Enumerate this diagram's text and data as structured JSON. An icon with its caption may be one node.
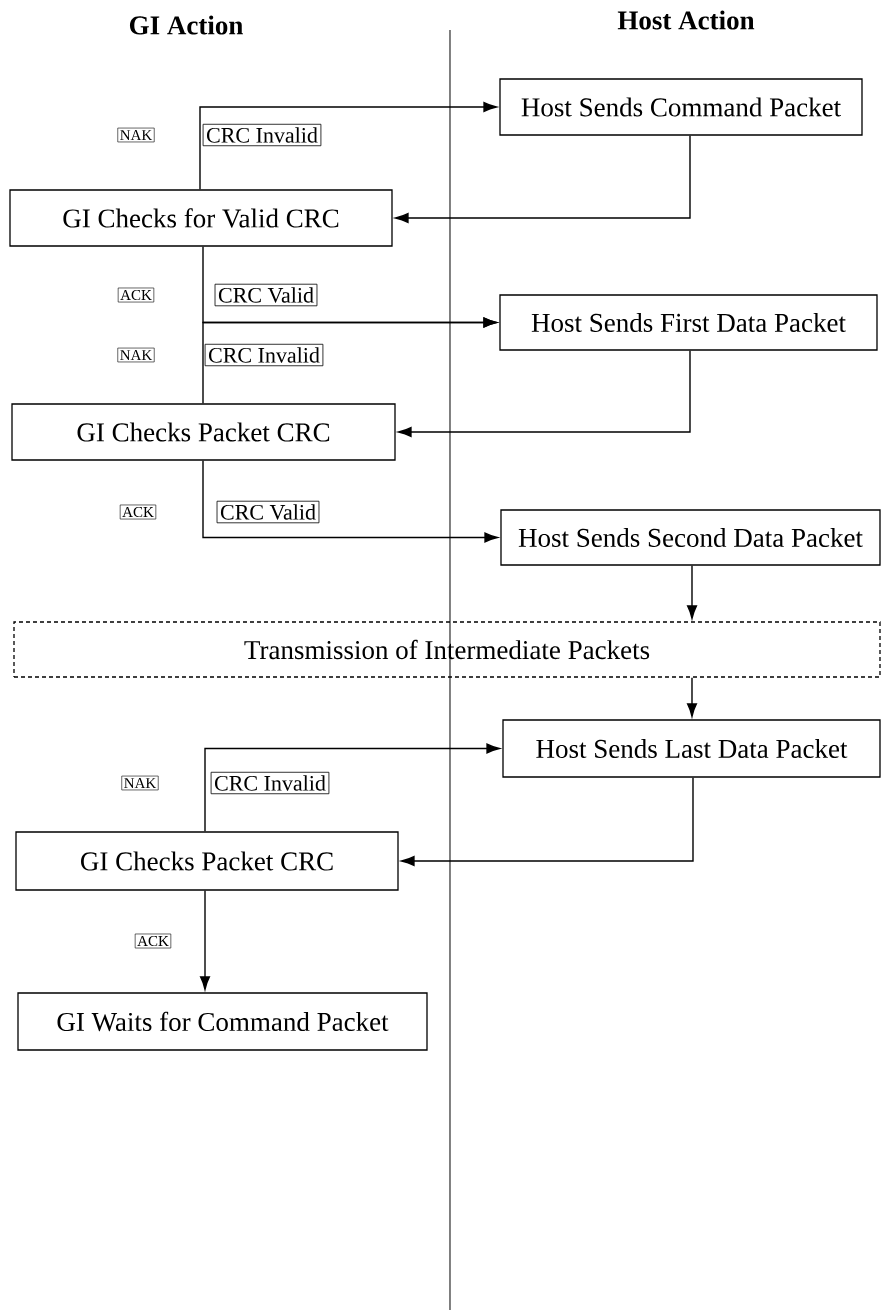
{
  "diagram": {
    "nodes": [
      {
        "text": [
          "Host Sends Command Packet"
        ]
      },
      {
        "text": [
          "GI Checks for Valid CRC"
        ]
      },
      {
        "text": [
          "Host Sends First Data Packet"
        ]
      },
      {
        "text": [
          "GI Checks Packet CRC"
        ]
      },
      {
        "text": [
          "Host Sends Second Data Packet"
        ]
      },
      {
        "text": [
          "Transmission of Intermediate Packets"
        ]
      },
      {
        "text": [
          "Host Sends Last Data Packet"
        ]
      },
      {
        "text": [
          "GI Checks Packet CRC"
        ]
      },
      {
        "text": [
          "GI Waits for Command Packet"
        ]
      }
    ],
    "edges": [
      {
        "from": 0,
        "to": 1,
        "arrow": "to"
      },
      {
        "from": 1,
        "to": 0,
        "arrow": "to"
      },
      {
        "from": 1,
        "to": 2,
        "arrow": "to"
      },
      {
        "from": 3,
        "to": 2,
        "arrow": "to"
      },
      {
        "from": 2,
        "to": 3,
        "arrow": "to"
      },
      {
        "from": 3,
        "to": 4,
        "arrow": "to"
      },
      {
        "from": 4,
        "to": 5,
        "arrow": "to"
      },
      {
        "from": 5,
        "to": 6,
        "arrow": "to"
      },
      {
        "from": 6,
        "to": 7,
        "arrow": "to"
      },
      {
        "from": 7,
        "to": 6,
        "arrow": "to"
      },
      {
        "from": 7,
        "to": 8,
        "arrow": "to"
      }
    ],
    "labels": [
      "GI Action",
      "Host Action",
      "NAK",
      "CRC Invalid",
      "ACK",
      "CRC Valid",
      "NAK",
      "CRC Invalid",
      "ACK",
      "CRC Valid",
      "NAK",
      "CRC Invalid",
      "ACK"
    ]
  }
}
